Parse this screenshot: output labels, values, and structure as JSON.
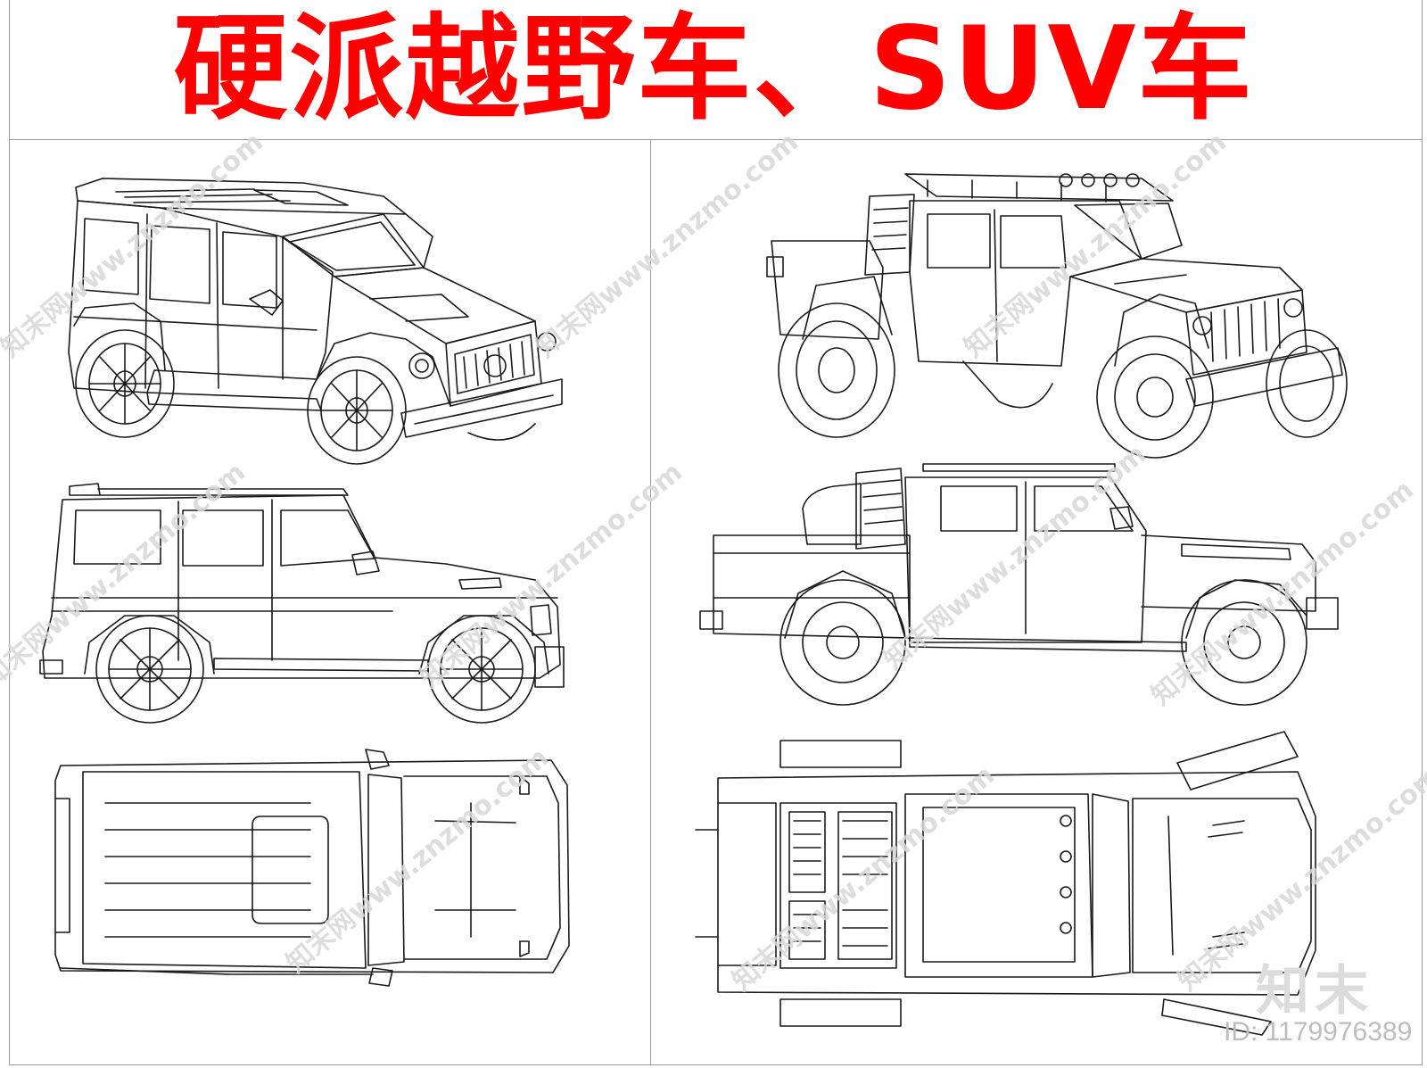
{
  "title": "硬派越野车、SUV车",
  "watermark_text": "知末网www.znzmo.com",
  "logo": "知末",
  "id_label": "ID: 1179976389",
  "colors": {
    "title": "#ff0000",
    "line": "#1a1a1a",
    "frame": "#9a9a9a",
    "watermark": "#d8d8d8"
  }
}
